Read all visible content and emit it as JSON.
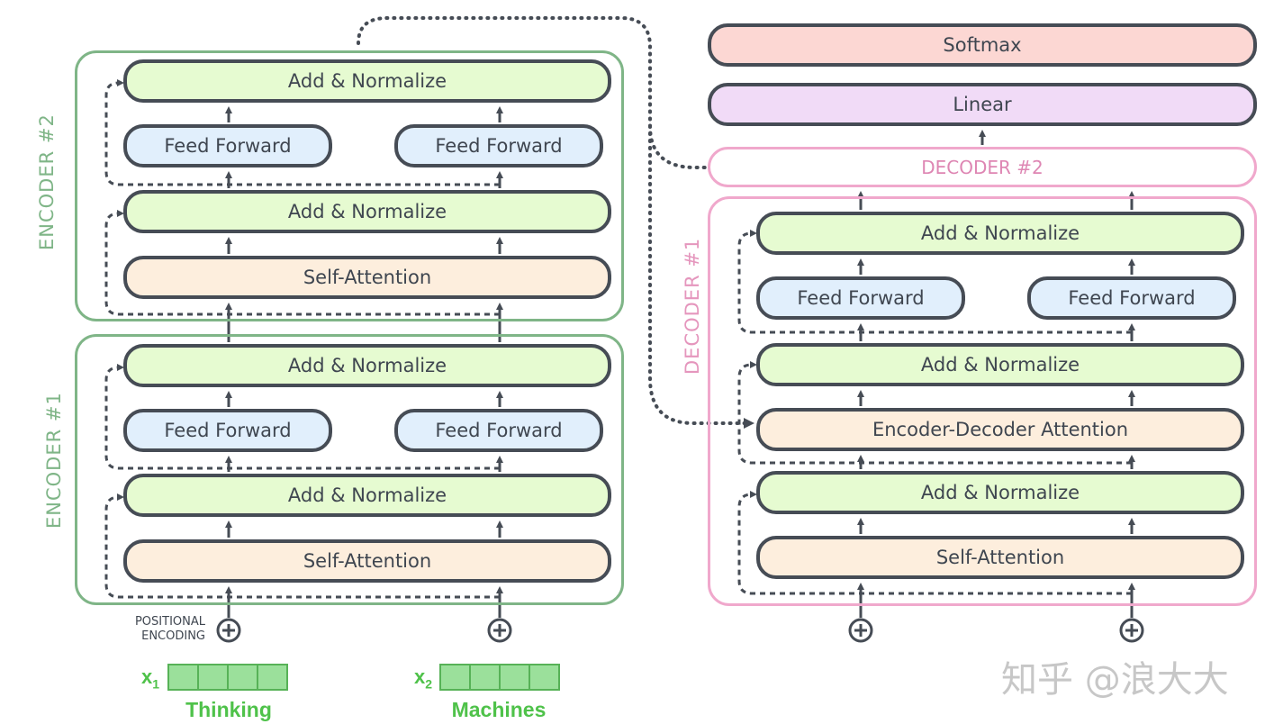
{
  "encoder2": {
    "label": "ENCODER #2",
    "add_norm_top": "Add & Normalize",
    "ff_left": "Feed Forward",
    "ff_right": "Feed Forward",
    "add_norm_bottom": "Add & Normalize",
    "self_attention": "Self-Attention"
  },
  "encoder1": {
    "label": "ENCODER #1",
    "add_norm_top": "Add & Normalize",
    "ff_left": "Feed Forward",
    "ff_right": "Feed Forward",
    "add_norm_bottom": "Add & Normalize",
    "self_attention": "Self-Attention"
  },
  "positional_encoding": [
    "POSITIONAL",
    "ENCODING"
  ],
  "inputs": [
    {
      "var": "x",
      "sub": "1",
      "word": "Thinking"
    },
    {
      "var": "x",
      "sub": "2",
      "word": "Machines"
    }
  ],
  "output": {
    "softmax": "Softmax",
    "linear": "Linear"
  },
  "decoder2": {
    "label": "DECODER #2"
  },
  "decoder1": {
    "label": "DECODER #1",
    "add_norm_top": "Add & Normalize",
    "ff_left": "Feed Forward",
    "ff_right": "Feed Forward",
    "add_norm_mid": "Add & Normalize",
    "enc_dec_attention": "Encoder-Decoder Attention",
    "add_norm_bottom": "Add & Normalize",
    "self_attention": "Self-Attention"
  },
  "watermark": "知乎 @浪大大",
  "colors": {
    "box_border": "#464c55",
    "norm_fill": "#e6fbd1",
    "ff_fill": "#e1effc",
    "attention_fill": "#fdeedd",
    "linear_fill": "#f1dbf7",
    "softmax_fill": "#fcd7d3",
    "encoder_frame": "#7fb587",
    "decoder_frame": "#f0a8cc",
    "input_green": "#4fc24a"
  }
}
